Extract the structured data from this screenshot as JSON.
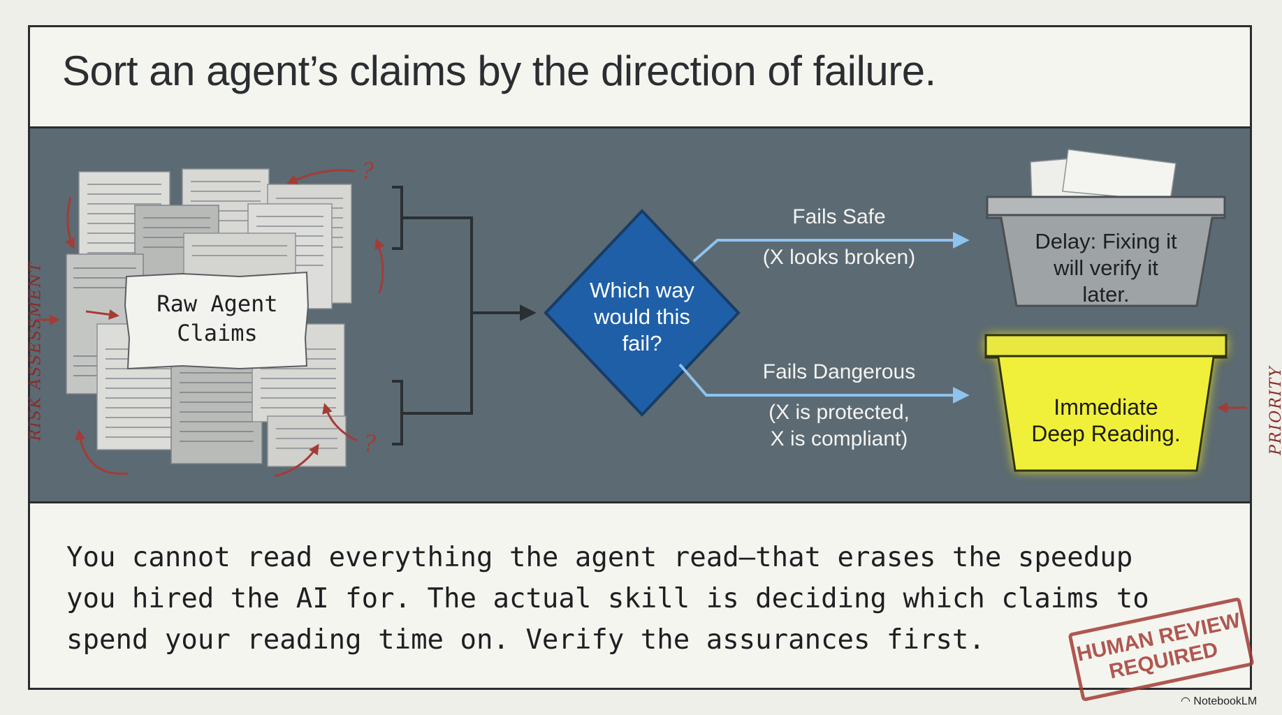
{
  "title": "Sort an agent’s claims by the direction of failure.",
  "diagram": {
    "source_label_line1": "Raw Agent",
    "source_label_line2": "Claims",
    "decision": {
      "line1": "Which way",
      "line2": "would this",
      "line3": "fail?"
    },
    "safe_branch": {
      "label": "Fails Safe",
      "example": "(X looks broken)"
    },
    "danger_branch": {
      "label": "Fails Dangerous",
      "example_line1": "(X is protected,",
      "example_line2": "X is compliant)"
    },
    "delay_bin": {
      "line1": "Delay: Fixing it",
      "line2": "will verify it",
      "line3": "later."
    },
    "urgent_bin": {
      "line1": "Immediate",
      "line2": "Deep Reading."
    },
    "question_marks": [
      "?",
      "?"
    ]
  },
  "side_labels": {
    "left": "RISK ASSESSMENT",
    "right": "PRIORITY"
  },
  "body_lines": [
    "You cannot read everything the agent read—that erases the speedup",
    "you hired the AI for. The actual skill is deciding which claims to",
    "spend your reading time on. Verify the assurances first."
  ],
  "stamp": {
    "line1": "HUMAN REVIEW",
    "line2": "REQUIRED"
  },
  "brand": "NotebookLM",
  "colors": {
    "panel": "#5c6a73",
    "decision_fill": "#1f5fa8",
    "arrow_blue": "#8ec3ee",
    "urgent_yellow": "#f0f03a",
    "delay_gray": "#9ea3a6",
    "annotation_red": "#a33c35"
  }
}
